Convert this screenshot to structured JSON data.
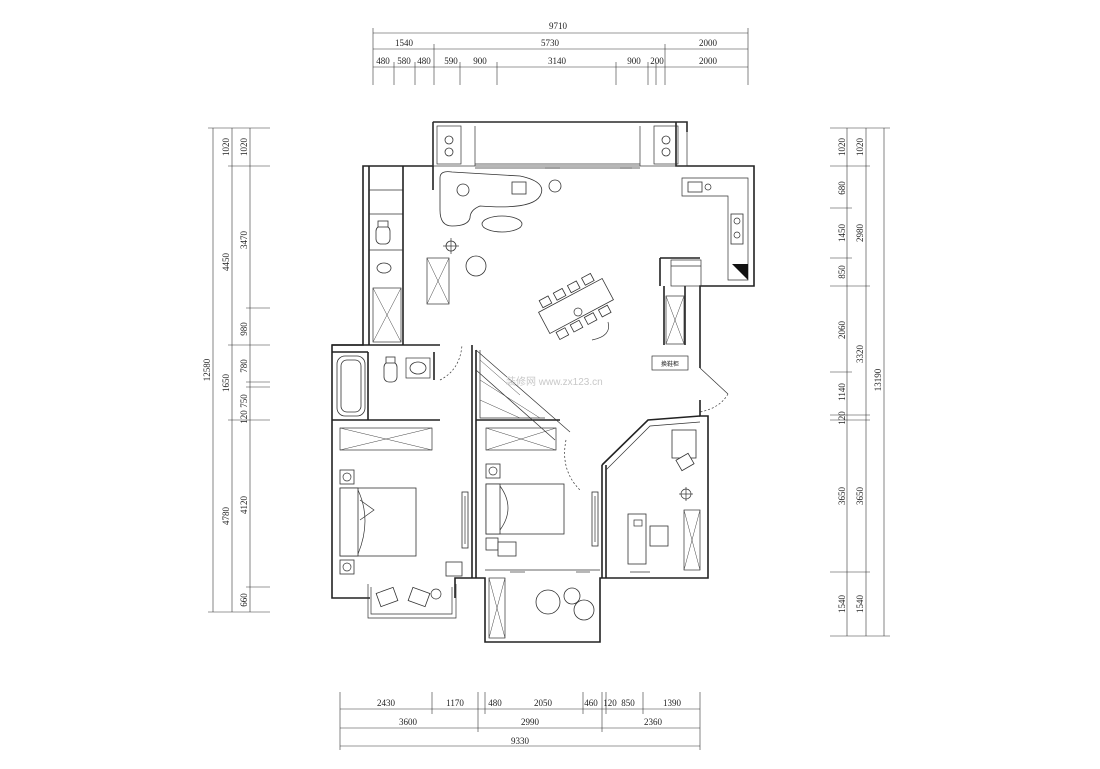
{
  "dimensions": {
    "top": {
      "total": "9710",
      "row2": [
        "1540",
        "5730",
        "2000"
      ],
      "row3": [
        "480",
        "580",
        "480",
        "590",
        "900",
        "3140",
        "900",
        "200",
        "2000"
      ]
    },
    "bottom": {
      "row1": [
        "2430",
        "1170",
        "480",
        "2050",
        "460",
        "120",
        "850",
        "1390"
      ],
      "row2": [
        "3600",
        "2990",
        "2360"
      ],
      "total": "9330"
    },
    "left": {
      "total": "12580",
      "outer": [
        "1020",
        "4450",
        "1650",
        "4780"
      ],
      "inner": [
        "1020",
        "3470",
        "980",
        "780",
        "120",
        "750",
        "4120",
        "660"
      ]
    },
    "right": {
      "total": "13190",
      "outer": [
        "1020",
        "2980",
        "3320",
        "120",
        "3650",
        "1540"
      ],
      "inner": [
        "1020",
        "680",
        "1450",
        "850",
        "2060",
        "1140",
        "3650",
        "1540"
      ]
    }
  },
  "labels": {
    "shoe_cabinet": "换鞋柜",
    "watermark": "装修网 www.zx123.cn"
  }
}
